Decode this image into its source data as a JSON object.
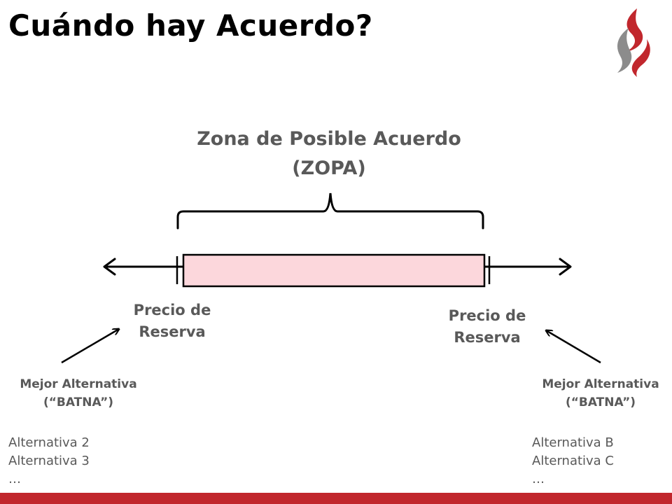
{
  "slide": {
    "title": "Cuándo hay Acuerdo?",
    "zopa_line1": "Zona de Posible Acuerdo",
    "zopa_line2": "(ZOPA)",
    "left": {
      "reserve_line1": "Precio de",
      "reserve_line2": "Reserva",
      "batna_line1": "Mejor Alternativa",
      "batna_line2": "(“BATNA”)",
      "alternatives": [
        "Alternativa 2",
        "Alternativa 3",
        "…"
      ]
    },
    "right": {
      "reserve_line1": "Precio de",
      "reserve_line2": "Reserva",
      "batna_line1": "Mejor Alternativa",
      "batna_line2": "(“BATNA”)",
      "alternatives": [
        "Alternativa B",
        "Alternativa C",
        "…"
      ]
    }
  },
  "colors": {
    "text_gray": "#595959",
    "zopa_fill": "#fcd7dc",
    "accent_red": "#c1272d",
    "logo_gray": "#8c8c8c"
  },
  "icons": {
    "logo": "flame-logo-icon"
  }
}
